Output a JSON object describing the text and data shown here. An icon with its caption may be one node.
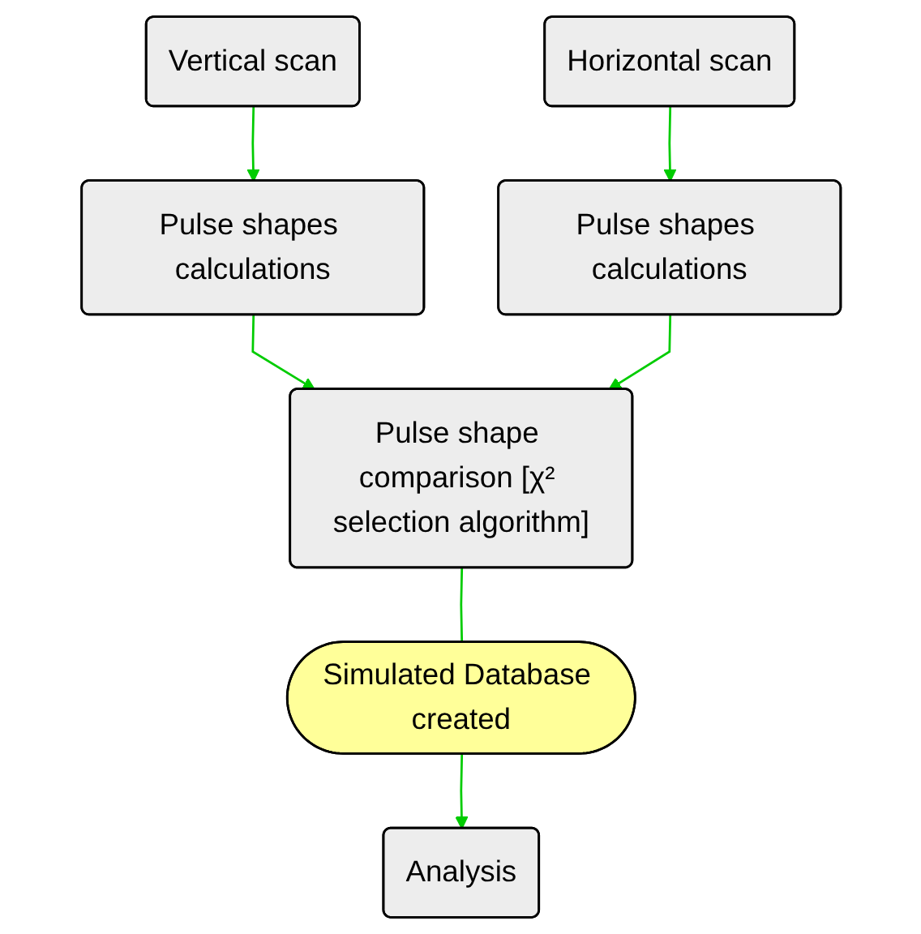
{
  "diagram": {
    "nodes": [
      {
        "text": [
          "Vertical scan"
        ]
      },
      {
        "text": [
          "Horizontal scan"
        ]
      },
      {
        "text": [
          "Pulse shapes calculations"
        ]
      },
      {
        "text": [
          "Pulse shapes calculations"
        ]
      },
      {
        "text": [
          "Pulse shape comparison [χ² selection algorithm]"
        ]
      },
      {
        "text": [
          "Simulated Database created"
        ]
      },
      {
        "text": [
          "Analysis"
        ]
      }
    ],
    "edges": [
      {
        "from": 0,
        "to": 2,
        "arrow": "to"
      },
      {
        "from": 1,
        "to": 3,
        "arrow": "to"
      },
      {
        "from": 2,
        "to": 4,
        "arrow": "to"
      },
      {
        "from": 3,
        "to": 4,
        "arrow": "to"
      },
      {
        "from": 4,
        "to": 5,
        "arrow": "none"
      },
      {
        "from": 5,
        "to": 6,
        "arrow": "to"
      }
    ]
  }
}
